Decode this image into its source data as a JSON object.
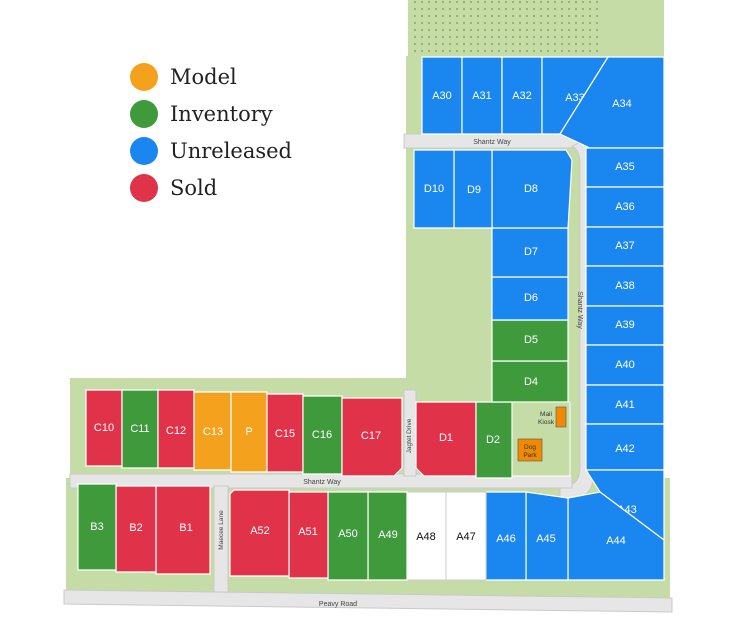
{
  "legend": [
    {
      "label": "Model",
      "color": "#f4a21d"
    },
    {
      "label": "Inventory",
      "color": "#3f9a3c"
    },
    {
      "label": "Unreleased",
      "color": "#1a86f0"
    },
    {
      "label": "Sold",
      "color": "#e0334a"
    }
  ],
  "colors": {
    "model": "#f4a21d",
    "inventory": "#3f9a3c",
    "unreleased": "#1a86f0",
    "sold": "#e0334a",
    "available": "#ffffff",
    "grass": "#c5dca6",
    "road": "#e6e6e6",
    "amenity": "#f08a00"
  },
  "streets": {
    "shantz_north": "Shantz Way",
    "shantz_east": "Shantz Way",
    "shantz_south": "Shantz Way",
    "jagtet": "Jagtet Drive",
    "maecee": "Maecee Lane",
    "peavy": "Peavy Road"
  },
  "amenities": {
    "mail_line1": "Mail",
    "mail_line2": "Kiosk",
    "dog_line1": "Dog",
    "dog_line2": "Park"
  },
  "lots": {
    "A30": {
      "label": "A30",
      "status": "unreleased"
    },
    "A31": {
      "label": "A31",
      "status": "unreleased"
    },
    "A32": {
      "label": "A32",
      "status": "unreleased"
    },
    "A33": {
      "label": "A33",
      "status": "unreleased"
    },
    "A34": {
      "label": "A34",
      "status": "unreleased"
    },
    "A35": {
      "label": "A35",
      "status": "unreleased"
    },
    "A36": {
      "label": "A36",
      "status": "unreleased"
    },
    "A37": {
      "label": "A37",
      "status": "unreleased"
    },
    "A38": {
      "label": "A38",
      "status": "unreleased"
    },
    "A39": {
      "label": "A39",
      "status": "unreleased"
    },
    "A40": {
      "label": "A40",
      "status": "unreleased"
    },
    "A41": {
      "label": "A41",
      "status": "unreleased"
    },
    "A42": {
      "label": "A42",
      "status": "unreleased"
    },
    "A43": {
      "label": "A43",
      "status": "unreleased"
    },
    "A44": {
      "label": "A44",
      "status": "unreleased"
    },
    "A45": {
      "label": "A45",
      "status": "unreleased"
    },
    "A46": {
      "label": "A46",
      "status": "unreleased"
    },
    "A47": {
      "label": "A47",
      "status": "available"
    },
    "A48": {
      "label": "A48",
      "status": "available"
    },
    "A49": {
      "label": "A49",
      "status": "inventory"
    },
    "A50": {
      "label": "A50",
      "status": "inventory"
    },
    "A51": {
      "label": "A51",
      "status": "sold"
    },
    "A52": {
      "label": "A52",
      "status": "sold"
    },
    "B1": {
      "label": "B1",
      "status": "sold"
    },
    "B2": {
      "label": "B2",
      "status": "sold"
    },
    "B3": {
      "label": "B3",
      "status": "inventory"
    },
    "C10": {
      "label": "C10",
      "status": "sold"
    },
    "C11": {
      "label": "C11",
      "status": "inventory"
    },
    "C12": {
      "label": "C12",
      "status": "sold"
    },
    "C13": {
      "label": "C13",
      "status": "model"
    },
    "P": {
      "label": "P",
      "status": "model"
    },
    "C15": {
      "label": "C15",
      "status": "sold"
    },
    "C16": {
      "label": "C16",
      "status": "inventory"
    },
    "C17": {
      "label": "C17",
      "status": "sold"
    },
    "D1": {
      "label": "D1",
      "status": "sold"
    },
    "D2": {
      "label": "D2",
      "status": "inventory"
    },
    "D4": {
      "label": "D4",
      "status": "inventory"
    },
    "D5": {
      "label": "D5",
      "status": "inventory"
    },
    "D6": {
      "label": "D6",
      "status": "unreleased"
    },
    "D7": {
      "label": "D7",
      "status": "unreleased"
    },
    "D8": {
      "label": "D8",
      "status": "unreleased"
    },
    "D9": {
      "label": "D9",
      "status": "unreleased"
    },
    "D10": {
      "label": "D10",
      "status": "unreleased"
    }
  }
}
